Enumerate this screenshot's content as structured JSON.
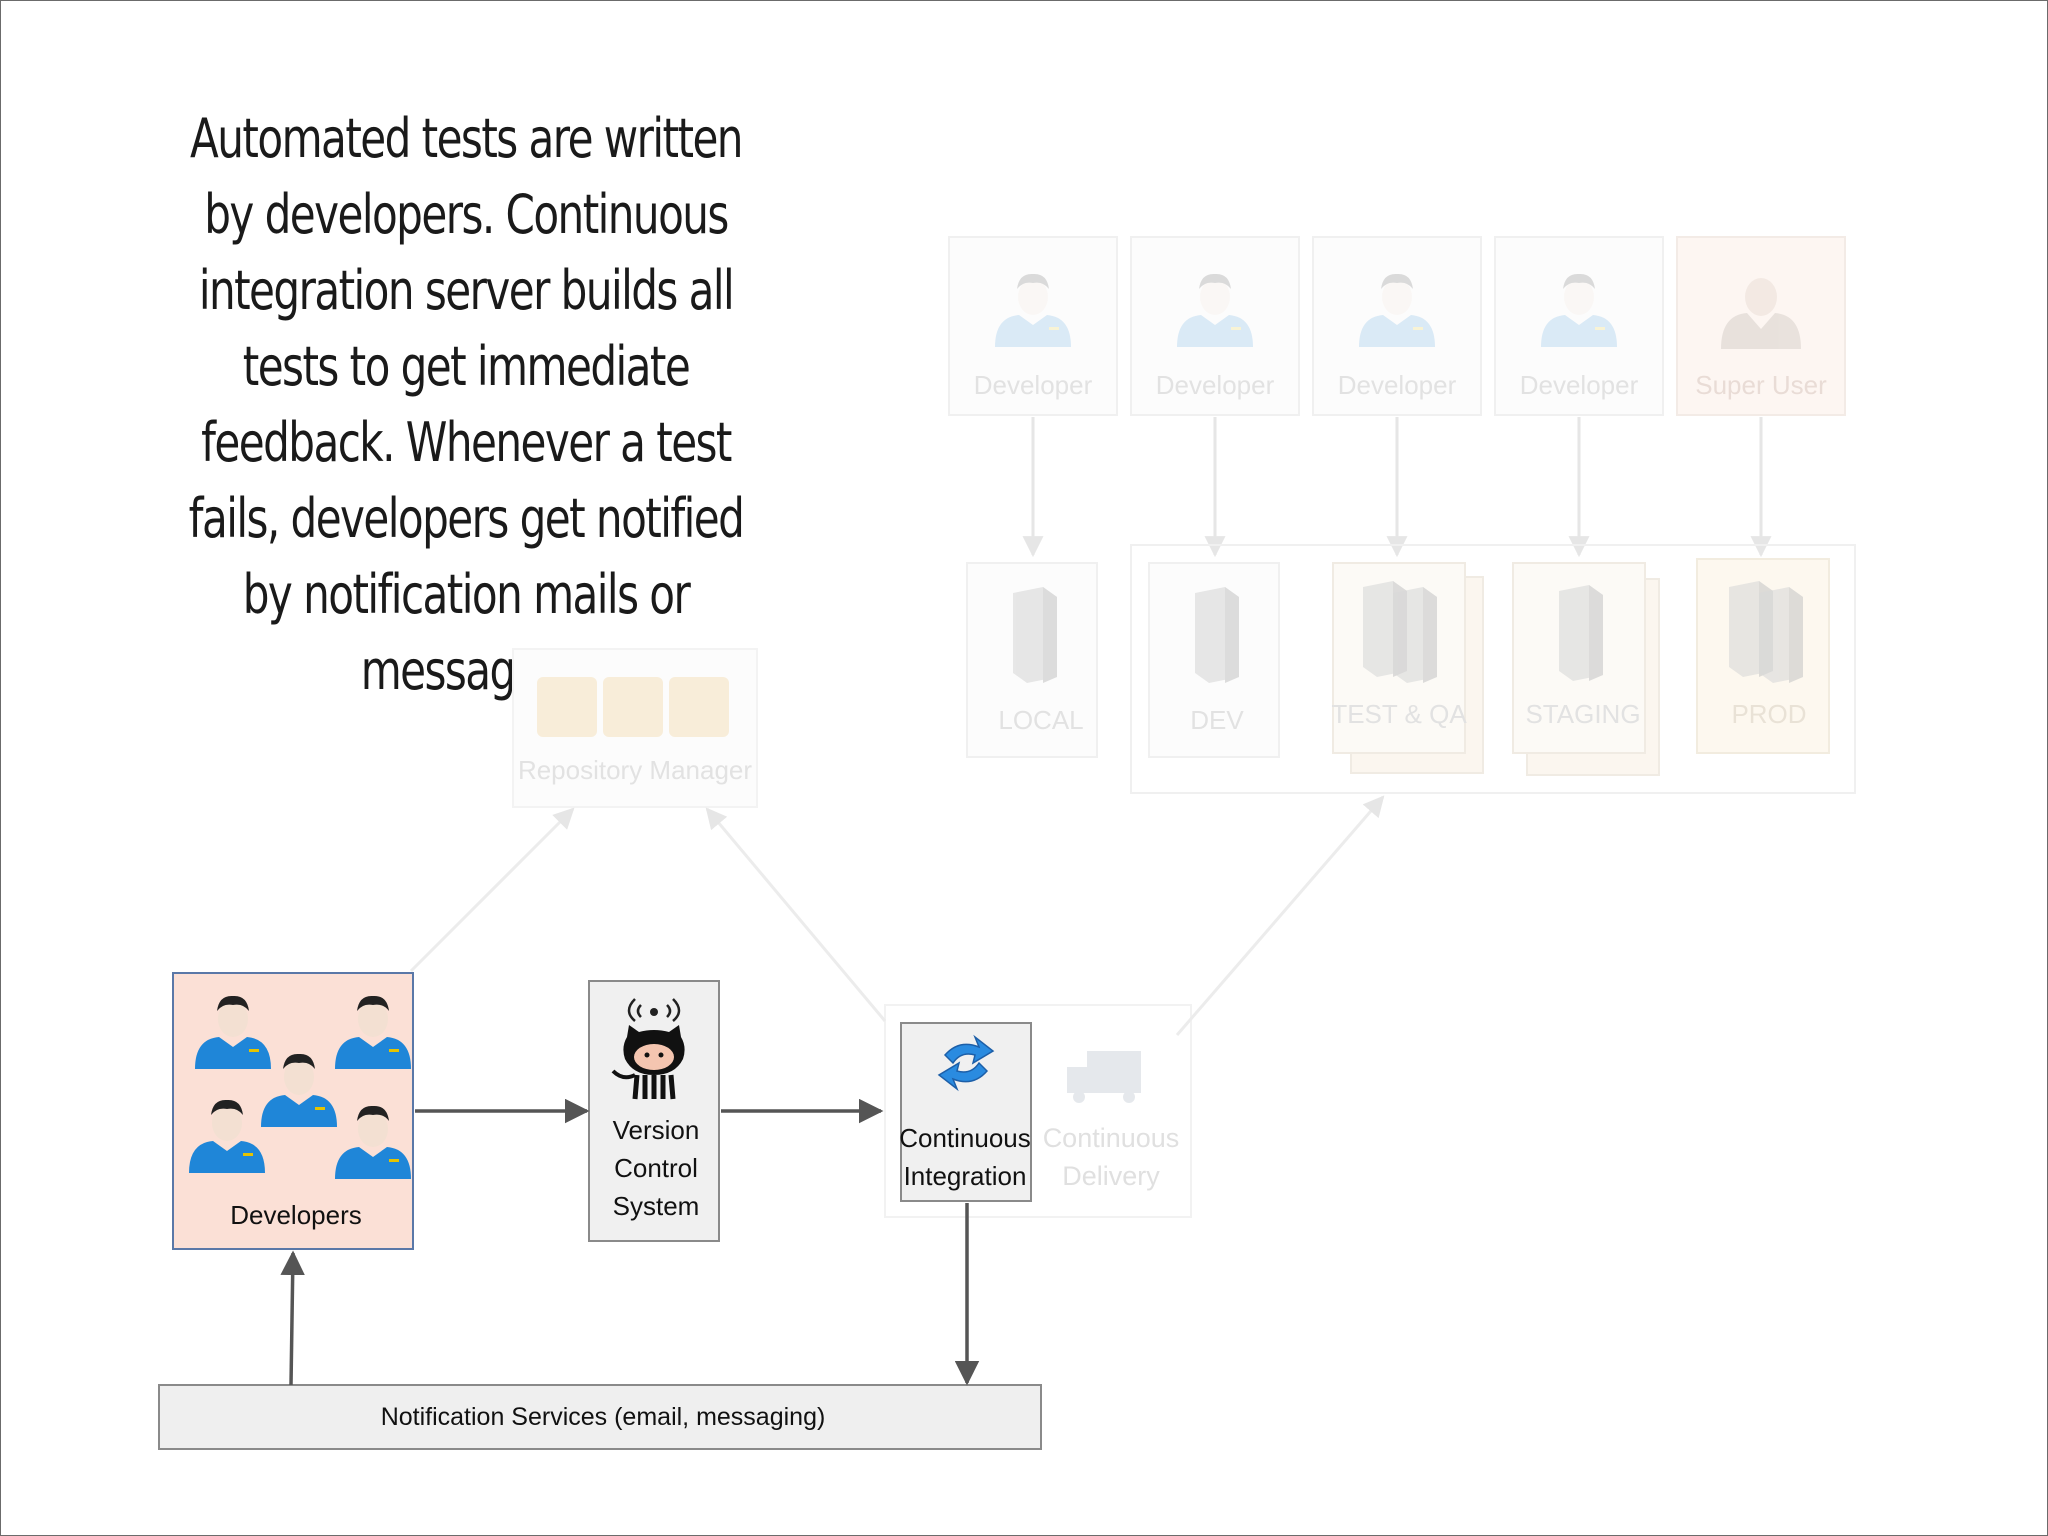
{
  "intro_text": "Automated tests are written by developers. Continuous integration server builds all tests to get immediate feedback. Whenever a test fails, developers get notified by notification mails or messages.",
  "colors": {
    "developers_fill": "#fbe0d6",
    "developers_border": "#5a78a8",
    "box_fill": "#f0f0f0",
    "box_border": "#8a8a8a",
    "arrow": "#555555",
    "faded": "#d8d8d8"
  },
  "diagram": {
    "developers_label": "Developers",
    "vcs_label": [
      "Version",
      "Control",
      "System"
    ],
    "ci_label": [
      "Continuous",
      "Integration"
    ],
    "cd_label": [
      "Continuous",
      "Delivery"
    ],
    "repo_manager_label": "Repository Manager",
    "notification_label": "Notification Services (email, messaging)",
    "roles": [
      "Developer",
      "Developer",
      "Developer",
      "Developer",
      "Super User"
    ],
    "environments": [
      "LOCAL",
      "DEV",
      "TEST & QA",
      "STAGING",
      "PROD"
    ]
  },
  "icons": {
    "developers": "developer-group-icon",
    "vcs": "github-octocat-icon",
    "ci": "sync-arrows-icon",
    "cd": "delivery-truck-icon",
    "repo": "package-boxes-icon",
    "server": "server-tower-icon",
    "role": "person-icon"
  }
}
